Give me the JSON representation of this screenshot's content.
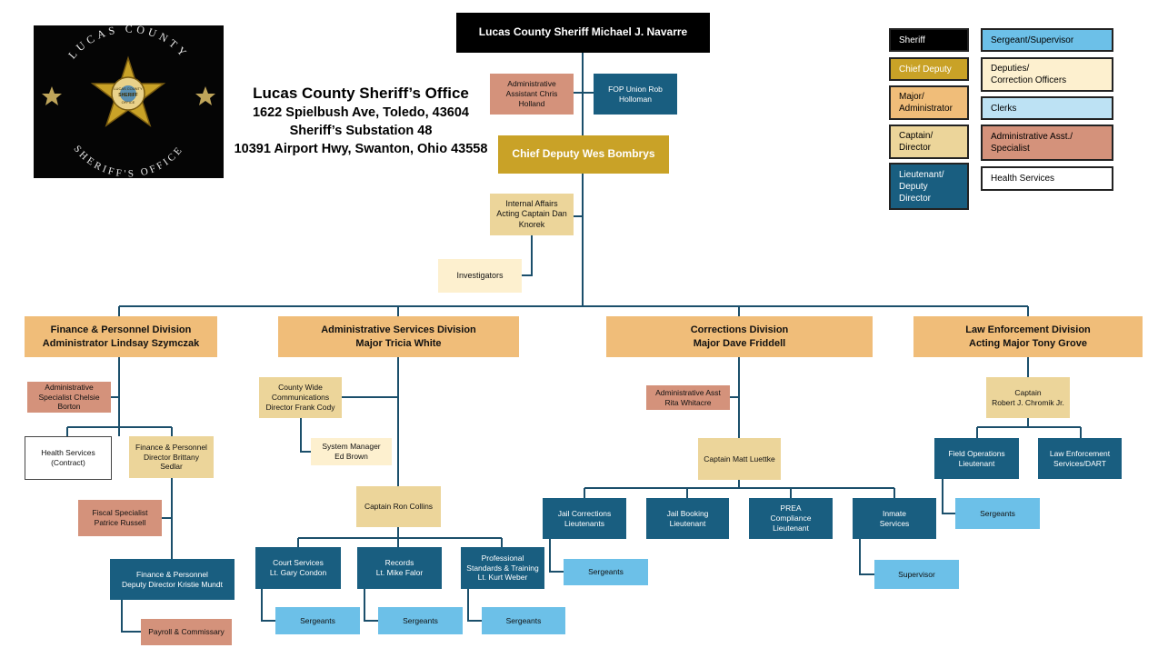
{
  "header": {
    "office_name": "Lucas County Sheriff’s Office",
    "address_line1": "1622 Spielbush Ave, Toledo, 43604",
    "address_line2": "Sheriff’s Substation 48",
    "address_line3": "10391 Airport Hwy, Swanton, Ohio 43558"
  },
  "logo": {
    "text_top": "LUCAS COUNTY",
    "text_bottom": "SHERIFF'S OFFICE",
    "badge_top": "LUCAS COUNTY",
    "badge_center": "SHERIFF",
    "badge_bottom": "OFFICE"
  },
  "legend": [
    {
      "label": "Sheriff"
    },
    {
      "label": "Chief Deputy"
    },
    {
      "lines": [
        "Major/",
        "Administrator"
      ]
    },
    {
      "lines": [
        "Captain/",
        "Director"
      ]
    },
    {
      "lines": [
        "Lieutenant/",
        "Deputy",
        "Director"
      ]
    },
    {
      "label": "Sergeant/Supervisor"
    },
    {
      "lines": [
        "Deputies/",
        "Correction Officers"
      ]
    },
    {
      "label": "Clerks"
    },
    {
      "lines": [
        "Administrative Asst./",
        "Specialist"
      ]
    },
    {
      "label": "Health Services"
    }
  ],
  "top": {
    "sheriff": "Lucas County Sheriff Michael J. Navarre",
    "admin_assistant": [
      "Administrative",
      "Assistant Chris",
      "Holland"
    ],
    "fop_union": [
      "FOP Union Rob",
      "Holloman"
    ],
    "chief_deputy": "Chief Deputy Wes Bombrys",
    "internal_affairs": [
      "Internal Affairs",
      "Acting Captain Dan",
      "Knorek"
    ],
    "investigators": "Investigators"
  },
  "finance": {
    "title": [
      "Finance & Personnel Division",
      "Administrator Lindsay Szymczak"
    ],
    "specialist": [
      "Administrative",
      "Specialist Chelsie",
      "Borton"
    ],
    "health": [
      "Health Services",
      "(Contract)"
    ],
    "director": [
      "Finance & Personnel",
      "Director Brittany",
      "Sedlar"
    ],
    "fiscal": [
      "Fiscal Specialist",
      "Patrice Russell"
    ],
    "deputy_director": [
      "Finance & Personnel",
      "Deputy Director Kristie Mundt"
    ],
    "payroll": "Payroll & Commissary"
  },
  "admin": {
    "title": [
      "Administrative Services Division",
      "Major Tricia White"
    ],
    "communications": [
      "County Wide",
      "Communications",
      "Director Frank Cody"
    ],
    "system_manager": [
      "System Manager",
      "Ed Brown"
    ],
    "captain": "Captain Ron Collins",
    "court": [
      "Court Services",
      "Lt. Gary Condon"
    ],
    "records": [
      "Records",
      "Lt. Mike Falor"
    ],
    "professional": [
      "Professional",
      "Standards & Training",
      "Lt. Kurt Weber"
    ],
    "sergeants": "Sergeants"
  },
  "corrections": {
    "title": [
      "Corrections Division",
      "Major Dave Friddell"
    ],
    "assistant": [
      "Administrative Asst",
      "Rita Whitacre"
    ],
    "captain": "Captain Matt Luettke",
    "jail_corrections": [
      "Jail Corrections",
      "Lieutenants"
    ],
    "jail_booking": [
      "Jail Booking",
      "Lieutenant"
    ],
    "prea": [
      "PREA",
      "Compliance",
      "Lieutenant"
    ],
    "inmate": [
      "Inmate",
      "Services"
    ],
    "sergeants": "Sergeants",
    "supervisor": "Supervisor"
  },
  "law": {
    "title": [
      "Law Enforcement Division",
      "Acting Major Tony Grove"
    ],
    "captain": [
      "Captain",
      "Robert J. Chromik Jr."
    ],
    "field_ops": [
      "Field Operations",
      "Lieutenant"
    ],
    "dart": [
      "Law Enforcement",
      "Services/DART"
    ],
    "sergeants": "Sergeants"
  },
  "colors": {
    "sheriff": "#000000",
    "chief_deputy": "#c9a227",
    "major": "#f0bd79",
    "captain": "#ecd59a",
    "lieutenant": "#195e80",
    "sergeant": "#6cc0e8",
    "deputies": "#fdf0cf",
    "clerks": "#bde2f4",
    "admin_asst": "#d4927b",
    "health": "#ffffff",
    "connector": "#1b4f6b"
  }
}
